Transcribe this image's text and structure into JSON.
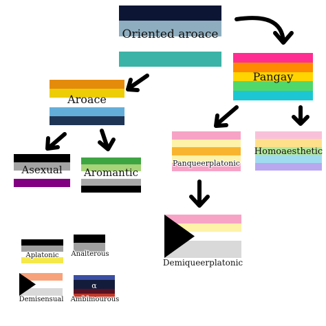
{
  "nodes": {
    "oriented_aroace": {
      "label": "Oriented aroace",
      "colors": [
        "#0c1533",
        "#8eaec0",
        "#ffffff",
        "#3bb3a6"
      ]
    },
    "pangay": {
      "label": "Pangay",
      "colors": [
        "#ff2d92",
        "#ff8a00",
        "#ffd400",
        "#50d86a",
        "#1cc7d3"
      ]
    },
    "aroace": {
      "label": "Aroace",
      "colors": [
        "#e48b0c",
        "#eccd06",
        "#ffffff",
        "#63aed9",
        "#1f3555"
      ]
    },
    "panqueerplatonic": {
      "label": "Panqueerplatonic",
      "colors": [
        "#f7a3c6",
        "#fdf2a8",
        "#f8b42e",
        "#fdf2a8",
        "#f7a3c6"
      ]
    },
    "homoaesthetic": {
      "label": "Homoaesthetic",
      "colors": [
        "#f9c1d9",
        "#ffe08a",
        "#b4e79a",
        "#9fdcf0",
        "#b9a7f0"
      ]
    },
    "asexual": {
      "label": "Asexual",
      "colors": [
        "#000000",
        "#a4a4a4",
        "#ffffff",
        "#810081"
      ]
    },
    "aromantic": {
      "label": "Aromantic",
      "colors": [
        "#3da542",
        "#a7d379",
        "#ffffff",
        "#a9a9a9",
        "#000000"
      ]
    },
    "demiqueerplatonic": {
      "label": "Demiqueerplatonic",
      "colors": [
        "#f7a3c6",
        "#fdf2a8",
        "#ffffff",
        "#d9d9d9",
        "#d9d9d9"
      ],
      "triangle": "#000000"
    },
    "aplatonic": {
      "label": "Aplatonic",
      "colors": [
        "#000000",
        "#a0a0a0",
        "#ffffff",
        "#f5e84a"
      ]
    },
    "analterous": {
      "label": "Analterous",
      "colors": [
        "#000000",
        "#a0a0a0",
        "#ffffff"
      ]
    },
    "demisensual": {
      "label": "Demisensual",
      "colors": [
        "#f7a27a",
        "#ffffff",
        "#d9d9d9"
      ],
      "triangle": "#000000"
    },
    "ambimourous": {
      "label": "Ambimourous",
      "symbol": "α",
      "colors": [
        "#3a4ea3",
        "#141c3b",
        "#141c3b",
        "#5a1020",
        "#c0392b"
      ]
    }
  }
}
